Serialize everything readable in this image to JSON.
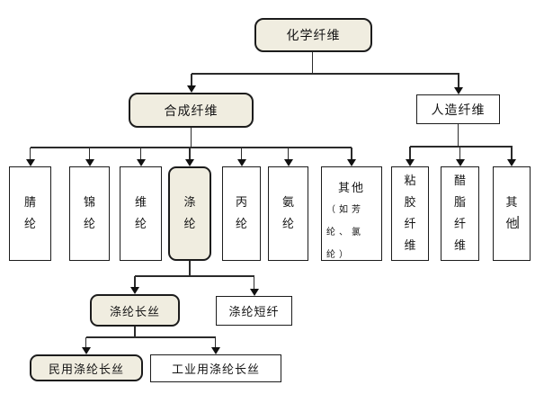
{
  "diagram": {
    "root": {
      "label": "化学纤维"
    },
    "level2": {
      "synthetic": {
        "label": "合成纤维"
      },
      "artificial": {
        "label": "人造纤维"
      }
    },
    "synthetic_children": [
      {
        "label": "腈纶"
      },
      {
        "label": "锦纶"
      },
      {
        "label": "维纶"
      },
      {
        "label": "涤纶"
      },
      {
        "label": "丙纶"
      },
      {
        "label": "氨纶"
      },
      {
        "label": "其他",
        "note": "（如芳纶、氯纶）"
      }
    ],
    "artificial_children": [
      {
        "label": "粘胶纤维"
      },
      {
        "label": "醋脂纤维"
      },
      {
        "label": "其他",
        "cursor": "|"
      }
    ],
    "polyester_children": [
      {
        "label": "涤纶长丝"
      },
      {
        "label": "涤纶短纤"
      }
    ],
    "filament_children": [
      {
        "label": "民用涤纶长丝"
      },
      {
        "label": "工业用涤纶长丝"
      }
    ],
    "colors": {
      "highlight_fill": "#F0EDE0",
      "plain_fill": "#FFFFFF",
      "border": "#1C1C1C",
      "line": "#2B2B2B"
    }
  }
}
